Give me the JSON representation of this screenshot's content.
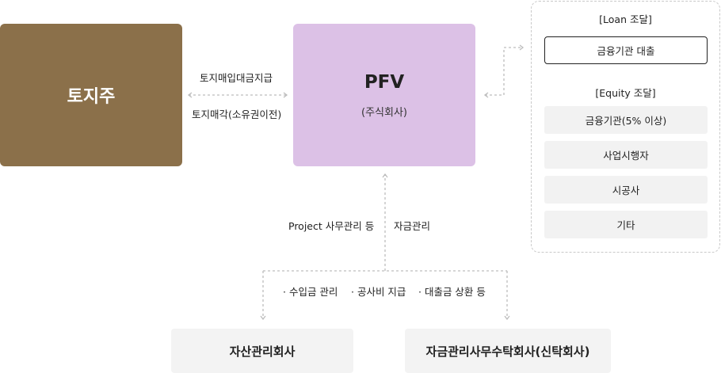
{
  "landowner": {
    "label": "토지주"
  },
  "pfv": {
    "title": "PFV",
    "subtitle": "(주식회사)"
  },
  "link_landowner_pfv": {
    "top_label": "토지매입대금지급",
    "bottom_label": "토지매각(소유권이전)"
  },
  "funding_panel": {
    "loan_title": "[Loan 조달]",
    "loan_items": [
      "금융기관 대출"
    ],
    "equity_title": "[Equity 조달]",
    "equity_items": [
      "금융기관(5% 이상)",
      "사업시행자",
      "시공사",
      "기타"
    ]
  },
  "vertical_link": {
    "left_label": "Project 사무관리 등",
    "right_label": "자금관리"
  },
  "tasks": [
    "· 수입금 관리",
    "· 공사비 지급",
    "· 대출금 상환 등"
  ],
  "bottom_boxes": {
    "asset_manager": "자산관리회사",
    "fund_trustee": "자금관리사무수탁회사(신탁회사)"
  },
  "colors": {
    "landowner": "#8b704a",
    "pfv": "#dcc1e6",
    "dashed_line": "#bdbdbd",
    "grey_box": "#f2f2f2"
  }
}
